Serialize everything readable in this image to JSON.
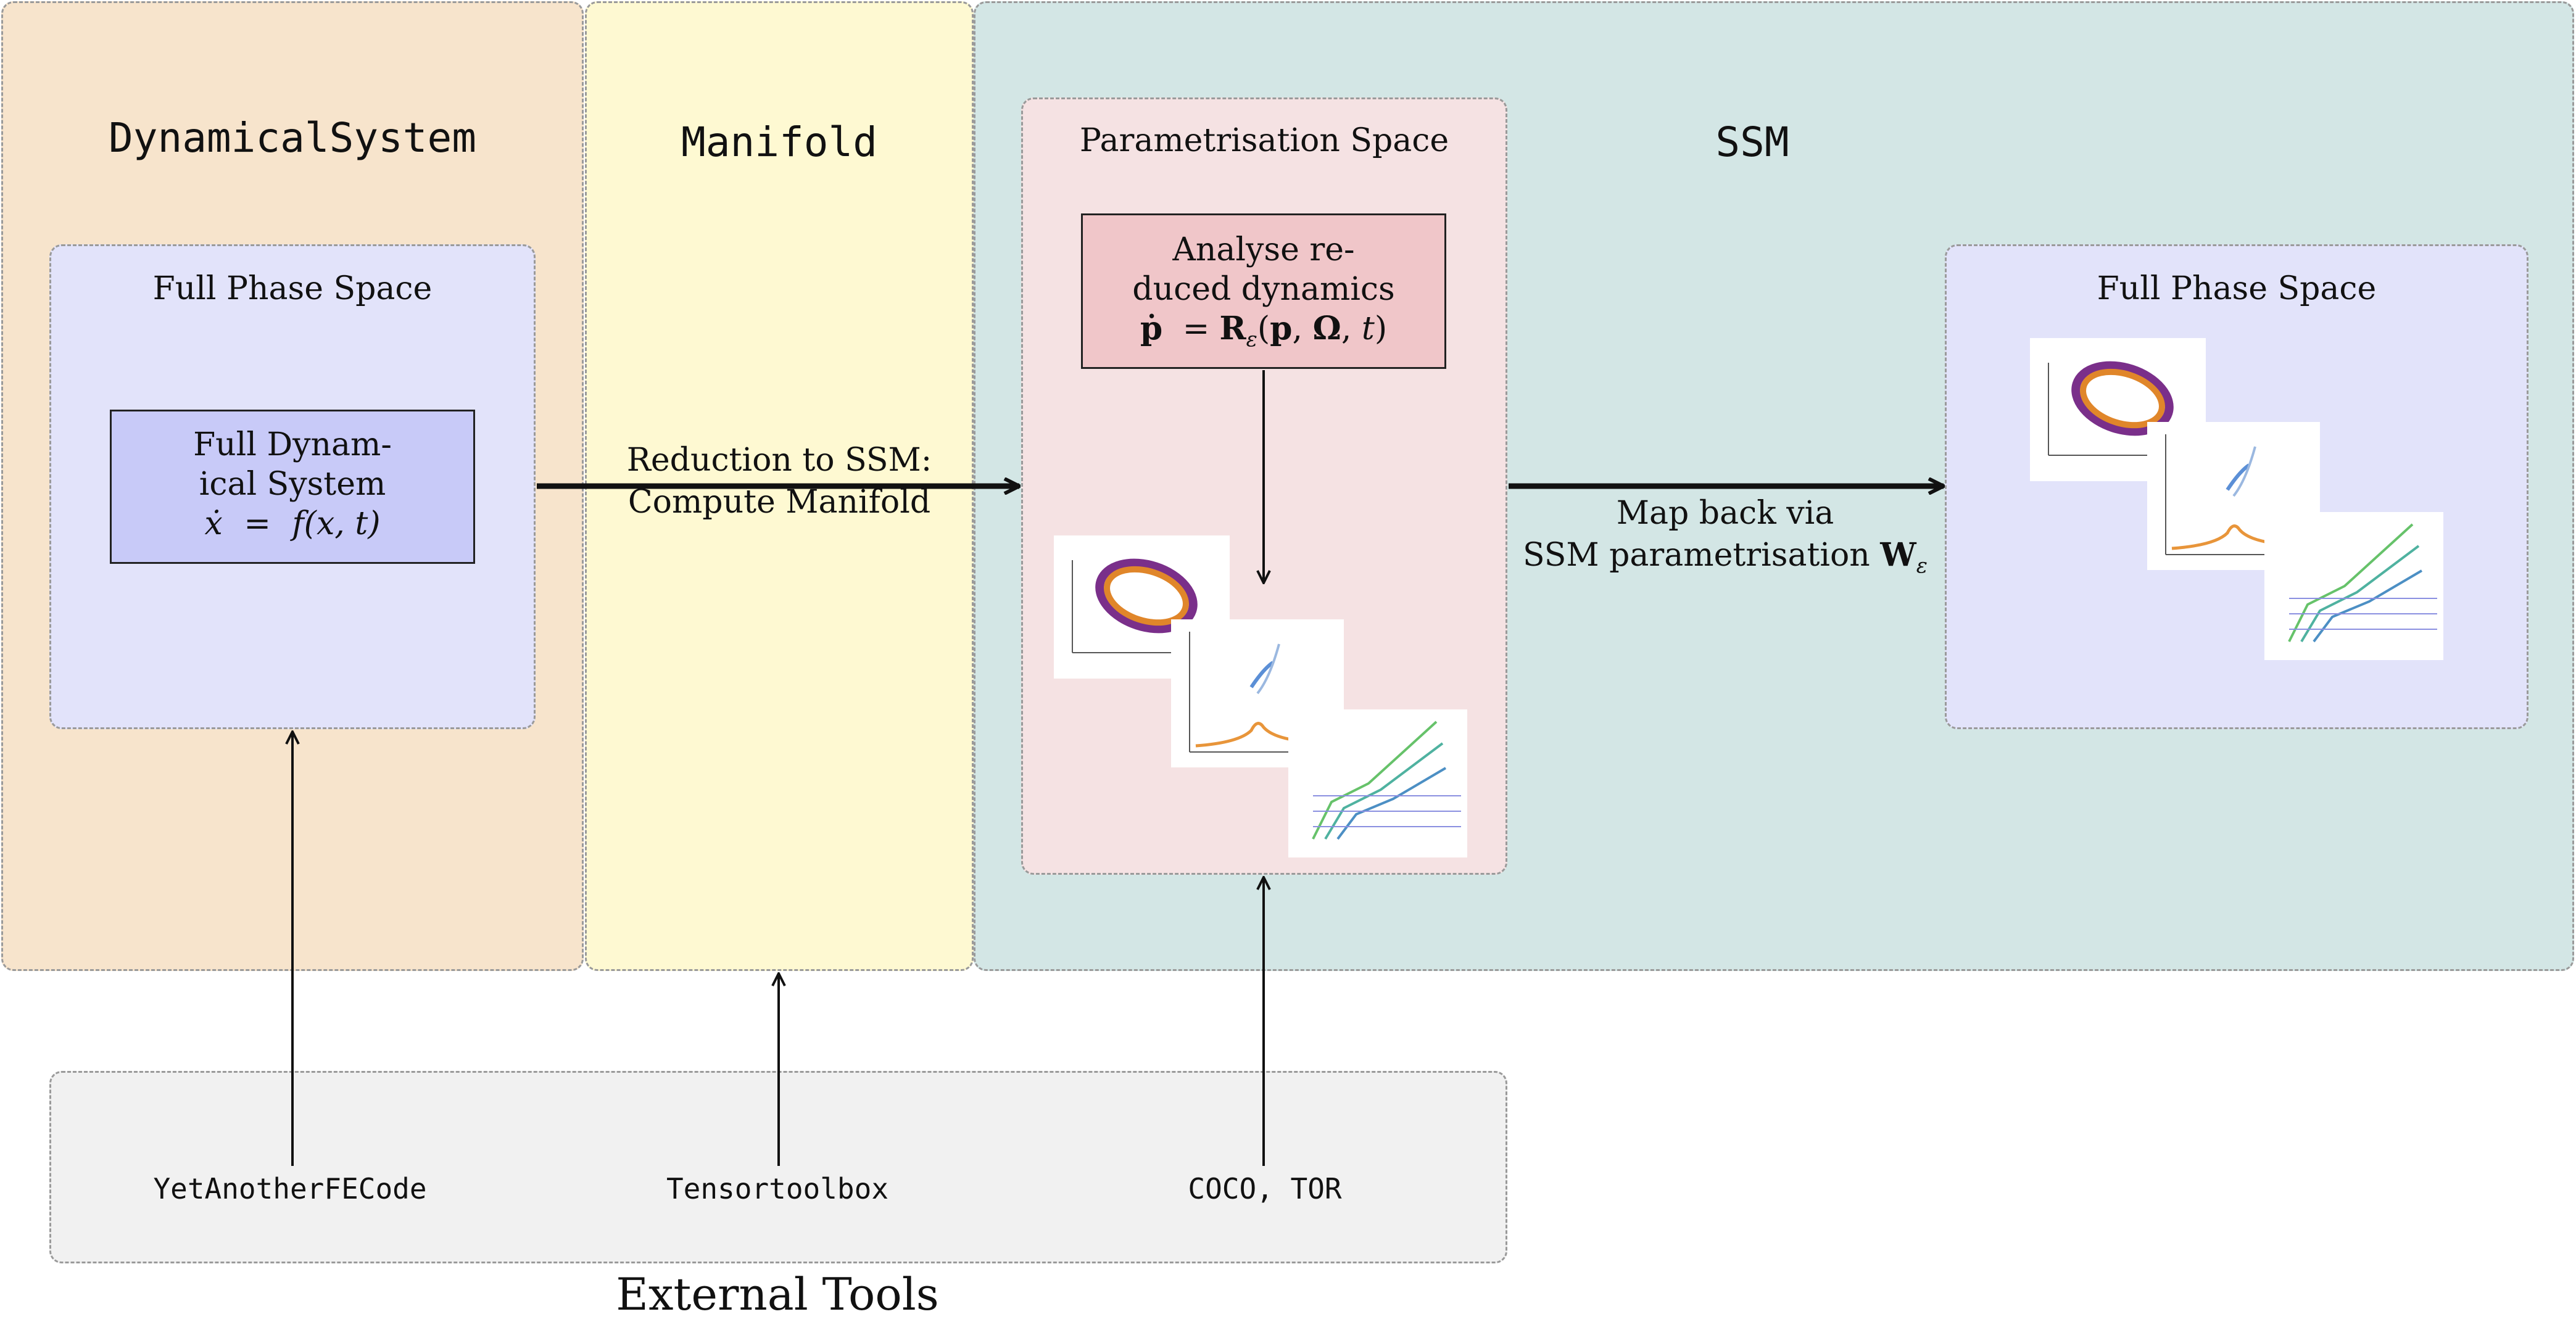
{
  "colors": {
    "dynsys_bg": "#f7e4cc",
    "manifold_bg": "#fef9d2",
    "ssm_bg": "#d3e6e5",
    "phase_bg": "#e2e3fa",
    "param_bg": "#f5e2e3",
    "tools_bg": "#f1f1f1",
    "box_blue": "#c8caf8",
    "box_red": "#f0c6c9"
  },
  "panels": {
    "dynamical_system": "DynamicalSystem",
    "manifold": "Manifold",
    "ssm": "SSM",
    "external_tools": "External Tools"
  },
  "full_phase_space_left": {
    "title": "Full Phase Space",
    "box_line1": "Full Dynam-",
    "box_line2": "ical System",
    "eq_lhs": "ẋ",
    "eq_eq": "=",
    "eq_rhs": "f(x, t)"
  },
  "parametrisation": {
    "title": "Parametrisation Space",
    "box_line1": "Analyse re-",
    "box_line2": "duced dynamics",
    "eq_lhs": "ṗ",
    "eq_eq": "=",
    "eq_R": "R",
    "eq_sub": "ε",
    "eq_args_open": "(",
    "eq_p": "p",
    "eq_comma1": ", ",
    "eq_Omega": "Ω",
    "eq_comma2": ", ",
    "eq_t": "t",
    "eq_close": ")"
  },
  "full_phase_space_right": {
    "title": "Full Phase Space"
  },
  "arrows": {
    "reduction_line1": "Reduction to SSM:",
    "reduction_line2": "Compute Manifold",
    "map_back_line1": "Map back via",
    "map_back_line2": "SSM parametrisation",
    "map_back_W": "W",
    "map_back_sub": "ε"
  },
  "tools": {
    "fe": "YetAnotherFECode",
    "tensor": "Tensortoolbox",
    "coco": "COCO, TOR"
  }
}
